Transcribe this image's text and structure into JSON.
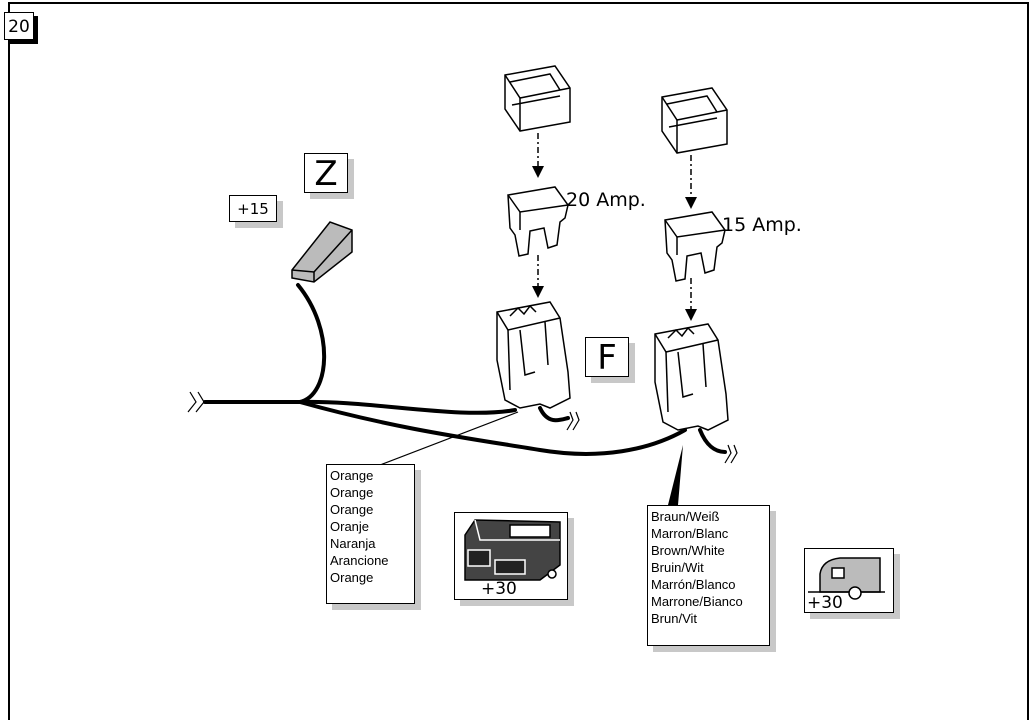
{
  "page_number": "20",
  "labels": {
    "z": "Z",
    "f": "F",
    "plus15": "+15",
    "amp20": "20 Amp.",
    "amp15": "15 Amp."
  },
  "orange_wire": [
    "Orange",
    "Orange",
    "Orange",
    "Oranje",
    "Naranja",
    "Arancione",
    "Orange"
  ],
  "brown_white_wire": [
    "Braun/Weiß",
    "Marron/Blanc",
    "Brown/White",
    "Bruin/Wit",
    "Marrón/Blanco",
    "Marrone/Bianco",
    "Brun/Vit"
  ],
  "module_box": {
    "label": "+30",
    "icon": "control-module-icon"
  },
  "trailer_box": {
    "label": "+30",
    "icon": "caravan-icon"
  }
}
